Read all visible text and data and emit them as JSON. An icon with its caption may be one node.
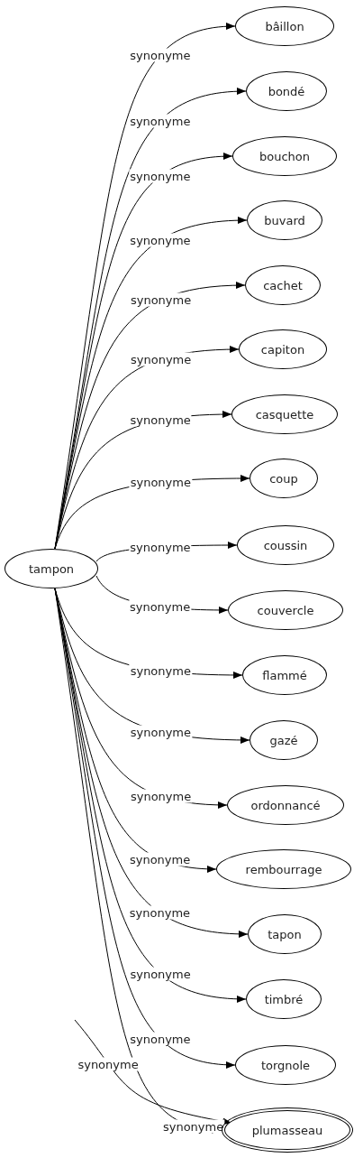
{
  "diagram": {
    "nodes": [
      {
        "text": [
          "tampon"
        ]
      },
      {
        "text": [
          "bâillon"
        ]
      },
      {
        "text": [
          "bondé"
        ]
      },
      {
        "text": [
          "bouchon"
        ]
      },
      {
        "text": [
          "buvard"
        ]
      },
      {
        "text": [
          "cachet"
        ]
      },
      {
        "text": [
          "capiton"
        ]
      },
      {
        "text": [
          "casquette"
        ]
      },
      {
        "text": [
          "coup"
        ]
      },
      {
        "text": [
          "coussin"
        ]
      },
      {
        "text": [
          "couvercle"
        ]
      },
      {
        "text": [
          "flammé"
        ]
      },
      {
        "text": [
          "gazé"
        ]
      },
      {
        "text": [
          "ordonnancé"
        ]
      },
      {
        "text": [
          "rembourrage"
        ]
      },
      {
        "text": [
          "tapon"
        ]
      },
      {
        "text": [
          "timbré"
        ]
      },
      {
        "text": [
          "torgnole"
        ]
      },
      {
        "text": [
          "plumasseau"
        ]
      }
    ],
    "edges": [
      {
        "from": 0,
        "to": 1,
        "arrow": "to",
        "label": "synonyme"
      },
      {
        "from": 0,
        "to": 2,
        "arrow": "to",
        "label": "synonyme"
      },
      {
        "from": 0,
        "to": 3,
        "arrow": "to",
        "label": "synonyme"
      },
      {
        "from": 0,
        "to": 4,
        "arrow": "to",
        "label": "synonyme"
      },
      {
        "from": 0,
        "to": 5,
        "arrow": "to",
        "label": "synonyme"
      },
      {
        "from": 0,
        "to": 6,
        "arrow": "to",
        "label": "synonyme"
      },
      {
        "from": 0,
        "to": 7,
        "arrow": "to",
        "label": "synonyme"
      },
      {
        "from": 0,
        "to": 8,
        "arrow": "to",
        "label": "synonyme"
      },
      {
        "from": 0,
        "to": 9,
        "arrow": "to",
        "label": "synonyme"
      },
      {
        "from": 0,
        "to": 10,
        "arrow": "to",
        "label": "synonyme"
      },
      {
        "from": 0,
        "to": 11,
        "arrow": "to",
        "label": "synonyme"
      },
      {
        "from": 0,
        "to": 12,
        "arrow": "to",
        "label": "synonyme"
      },
      {
        "from": 0,
        "to": 13,
        "arrow": "to",
        "label": "synonyme"
      },
      {
        "from": 0,
        "to": 14,
        "arrow": "to",
        "label": "synonyme"
      },
      {
        "from": 0,
        "to": 15,
        "arrow": "to",
        "label": "synonyme"
      },
      {
        "from": 0,
        "to": 16,
        "arrow": "to",
        "label": "synonyme"
      },
      {
        "from": 0,
        "to": 17,
        "arrow": "to",
        "label": "synonyme"
      },
      {
        "from": 0,
        "to": 18,
        "arrow": "to",
        "label": "synonyme"
      },
      {
        "from": null,
        "to": 18,
        "arrow": "to",
        "label": "synonyme"
      }
    ]
  }
}
